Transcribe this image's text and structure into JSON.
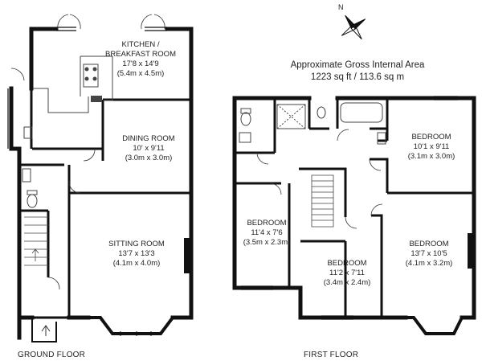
{
  "area": {
    "title": "Approximate Gross Internal Area",
    "value": "1223 sq ft / 113.6 sq m"
  },
  "compass": {
    "north_label": "N"
  },
  "floors": [
    {
      "name": "GROUND FLOOR"
    },
    {
      "name": "FIRST FLOOR"
    }
  ],
  "rooms": [
    {
      "name": "KITCHEN /",
      "name2": "BREAKFAST ROOM",
      "imperial": "17'8 x 14'9",
      "metric": "(5.4m x 4.5m)"
    },
    {
      "name": "DINING ROOM",
      "imperial": "10' x 9'11",
      "metric": "(3.0m x 3.0m)"
    },
    {
      "name": "SITTING ROOM",
      "imperial": "13'7 x 13'3",
      "metric": "(4.1m x 4.0m)"
    },
    {
      "name": "BEDROOM",
      "imperial": "10'1 x 9'11",
      "metric": "(3.1m x 3.0m)"
    },
    {
      "name": "BEDROOM",
      "imperial": "11'4 x 7'6",
      "metric": "(3.5m x 2.3m)"
    },
    {
      "name": "BEDROOM",
      "imperial": "13'7 x 10'5",
      "metric": "(4.1m x 3.2m)"
    },
    {
      "name": "BEDROOM",
      "imperial": "11'2 x 7'11",
      "metric": "(3.4m x 2.4m)"
    }
  ],
  "colors": {
    "wall": "#111111",
    "fixture": "#444444",
    "background": "#ffffff"
  }
}
